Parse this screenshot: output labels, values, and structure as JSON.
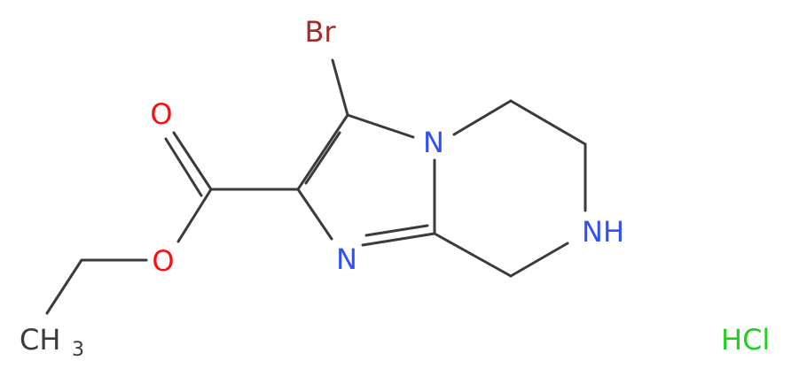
{
  "molecule": {
    "atoms": {
      "bromine": "Br",
      "carbonyl_oxygen": "O",
      "ester_oxygen": "O",
      "imidazole_nitrogen": "N",
      "bridgehead_nitrogen": "N",
      "amine": "NH",
      "methyl_c": "CH",
      "methyl_subscript": "3"
    },
    "salt": "HCl"
  },
  "colors": {
    "bond": "#3b3b3b",
    "bromine": "#a52a2a",
    "oxygen": "#ff0d0d",
    "nitrogen": "#3050f8",
    "carbon": "#3b3b3b",
    "chlorine_salt": "#1fd01f"
  }
}
